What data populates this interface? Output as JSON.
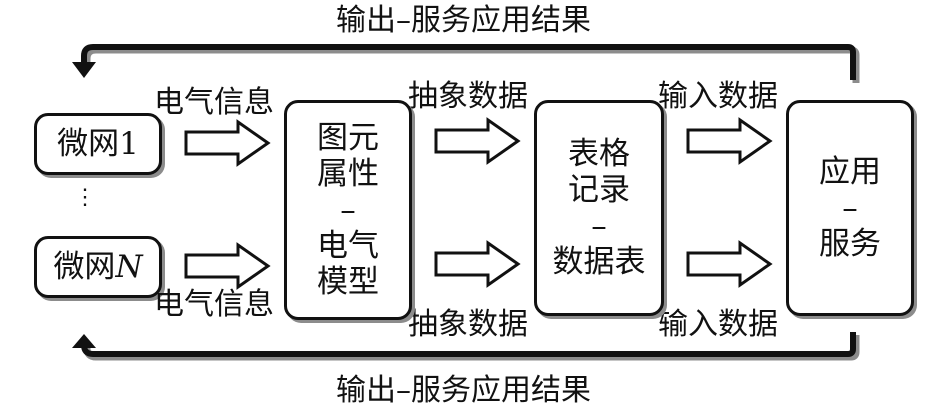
{
  "feedback_top": {
    "label": "输出–服务应用结果"
  },
  "feedback_bottom": {
    "label": "输出–服务应用结果"
  },
  "microgrids": {
    "first": {
      "prefix": "微网",
      "suffix": "1"
    },
    "last": {
      "prefix": "微网",
      "suffix": "N"
    },
    "ellipsis": "⋮"
  },
  "edges": {
    "grid_to_model_top": "电气信息",
    "grid_to_model_bottom": "电气信息",
    "model_to_table_top": "抽象数据",
    "model_to_table_bottom": "抽象数据",
    "table_to_service_top": "输入数据",
    "table_to_service_bottom": "输入数据"
  },
  "nodes": {
    "model": {
      "lines": [
        "图元",
        "属性",
        "–",
        "电气",
        "模型"
      ]
    },
    "table": {
      "lines": [
        "表格",
        "记录",
        "–",
        "数据表"
      ]
    },
    "service": {
      "lines": [
        "应用",
        "–",
        "服务"
      ]
    }
  },
  "colors": {
    "line": "#111111",
    "shadow": "#8c8c8c",
    "background": "#ffffff"
  }
}
